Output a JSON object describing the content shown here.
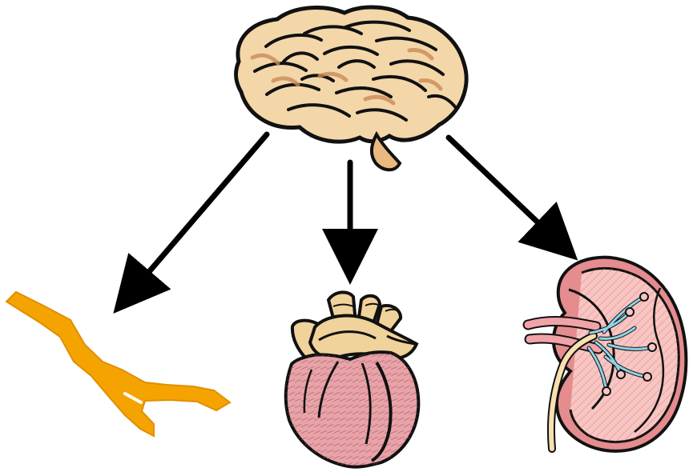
{
  "diagram": {
    "type": "one-to-many illustration",
    "colors": {
      "background": "#ffffff",
      "outline": "#111111",
      "brain_fill": "#f4d7a9",
      "brain_shade": "#e9b97f",
      "vessel_fill": "#f4a300",
      "heart_pink": "#e8a3a8",
      "heart_dark": "#c86d77",
      "heart_tan": "#f0d39a",
      "kidney_pink": "#e58c8e",
      "kidney_light": "#f7c6c2",
      "kidney_artery": "#f2a3a8",
      "kidney_vein": "#8fd3e6",
      "ureter": "#f8e0b0",
      "arrow": "#000000"
    },
    "nodes": [
      {
        "id": "brain",
        "icon": "brain-icon"
      },
      {
        "id": "blood-vessel",
        "icon": "blood-vessel-icon"
      },
      {
        "id": "heart",
        "icon": "heart-icon"
      },
      {
        "id": "kidney",
        "icon": "kidney-icon"
      }
    ],
    "edges": [
      {
        "from": "brain",
        "to": "blood-vessel"
      },
      {
        "from": "brain",
        "to": "heart"
      },
      {
        "from": "brain",
        "to": "kidney"
      }
    ]
  }
}
